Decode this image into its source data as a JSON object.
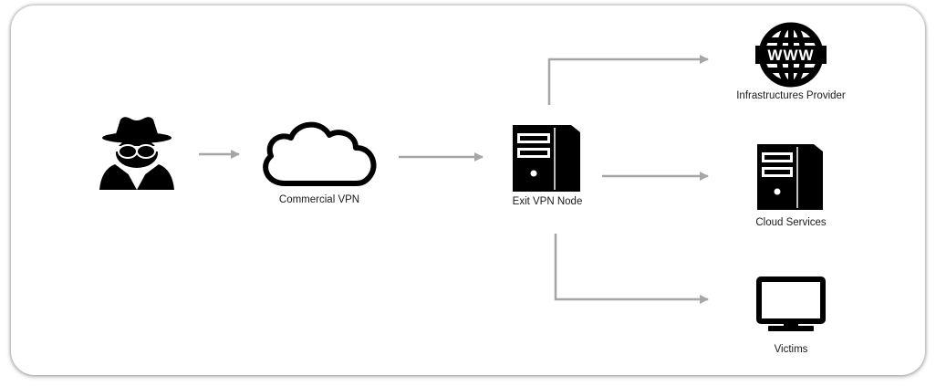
{
  "diagram": {
    "nodes": {
      "attacker": {
        "label": "",
        "icon": "spy-icon"
      },
      "commercial_vpn": {
        "label": "Commercial VPN",
        "icon": "cloud-icon"
      },
      "exit_node": {
        "label": "Exit VPN Node",
        "icon": "server-icon"
      },
      "infra_provider": {
        "label": "Infrastructures Provider",
        "icon": "www-globe-icon"
      },
      "cloud_services": {
        "label": "Cloud Services",
        "icon": "server-icon"
      },
      "victims": {
        "label": "Victims",
        "icon": "monitor-icon"
      }
    },
    "edges": [
      {
        "from": "attacker",
        "to": "commercial_vpn"
      },
      {
        "from": "commercial_vpn",
        "to": "exit_node"
      },
      {
        "from": "exit_node",
        "to": "infra_provider"
      },
      {
        "from": "exit_node",
        "to": "cloud_services"
      },
      {
        "from": "exit_node",
        "to": "victims"
      }
    ],
    "colors": {
      "arrow": "#a6a6a6",
      "icon": "#000000",
      "background": "#ffffff"
    }
  }
}
